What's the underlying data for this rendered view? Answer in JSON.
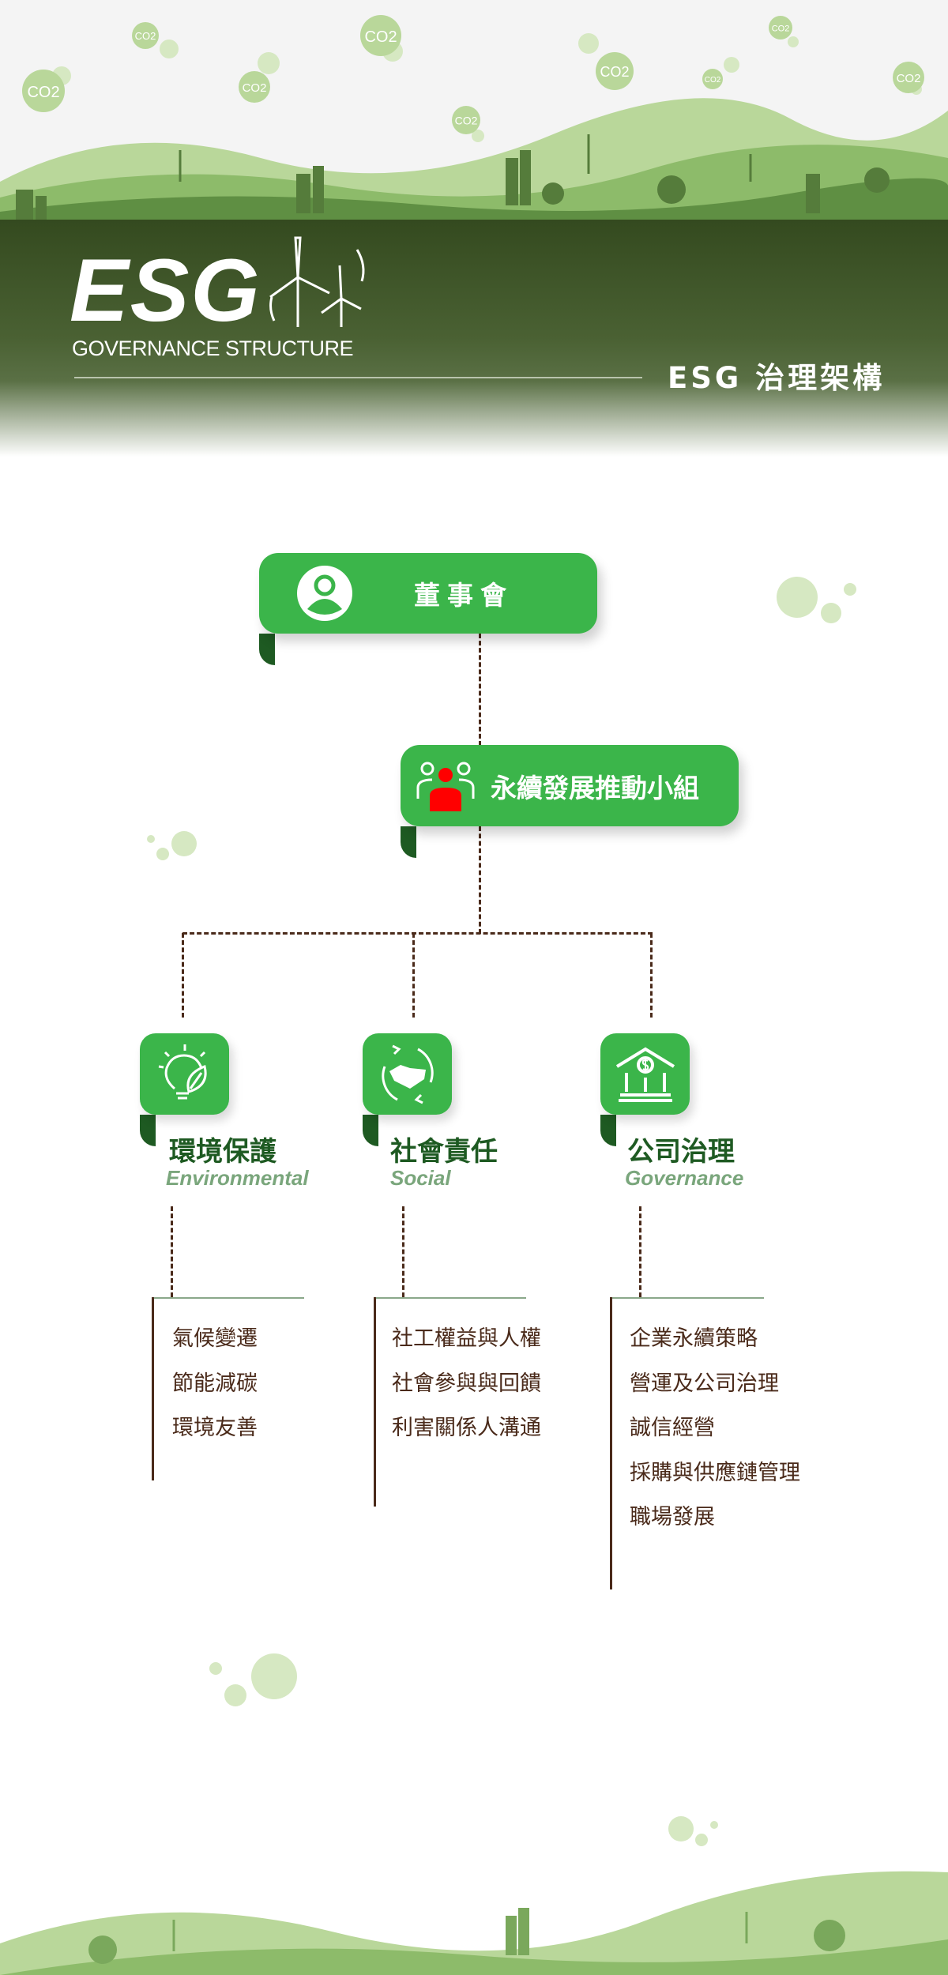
{
  "header": {
    "logo_text": "ESG",
    "subtitle_en": "GOVERNANCE STRUCTURE",
    "title_zh": "ESG 治理架構",
    "co2_label": "CO2"
  },
  "board": {
    "label": "董事會",
    "icon": "person-circle-icon"
  },
  "team": {
    "label": "永續發展推動小組",
    "icon": "team-icon"
  },
  "pillars": [
    {
      "title": "環境保護",
      "subtitle": "Environmental",
      "icon": "lightbulb-leaf-icon",
      "items": [
        "氣候變遷",
        "節能減碳",
        "環境友善"
      ]
    },
    {
      "title": "社會責任",
      "subtitle": "Social",
      "icon": "handshake-cycle-icon",
      "items": [
        "社工權益與人權",
        "社會參與與回饋",
        "利害關係人溝通"
      ]
    },
    {
      "title": "公司治理",
      "subtitle": "Governance",
      "icon": "bank-dollar-icon",
      "items": [
        "企業永續策略",
        "營運及公司治理",
        "誠信經營",
        "採購與供應鏈管理",
        "職場發展"
      ]
    }
  ],
  "colors": {
    "primary_green": "#3bb54a",
    "dark_green": "#1e5a22",
    "line_brown": "#4a2a1a",
    "band": "#344a1f"
  }
}
